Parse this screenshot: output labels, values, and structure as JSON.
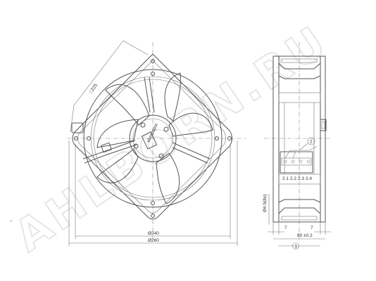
{
  "watermark": "AHLBORN.RU",
  "front_view": {
    "diag_dim": "□225",
    "dim_inner": "Ø240",
    "dim_outer": "Ø260",
    "hub_label": "ebmpapst",
    "side_mark": "–"
  },
  "side_view": {
    "dim_hole": "Ø4.5(8x)",
    "dim_left_7": "7",
    "dim_right_7": "7",
    "dim_depth": "80",
    "dim_depth_tol": "±0.2",
    "callout_1": "1",
    "callout_2": "2",
    "terminals": [
      "2.1",
      "2.2",
      "2.3",
      "2.4"
    ]
  },
  "colors": {
    "line": "#555555",
    "watermark": "#e6e6e6"
  }
}
